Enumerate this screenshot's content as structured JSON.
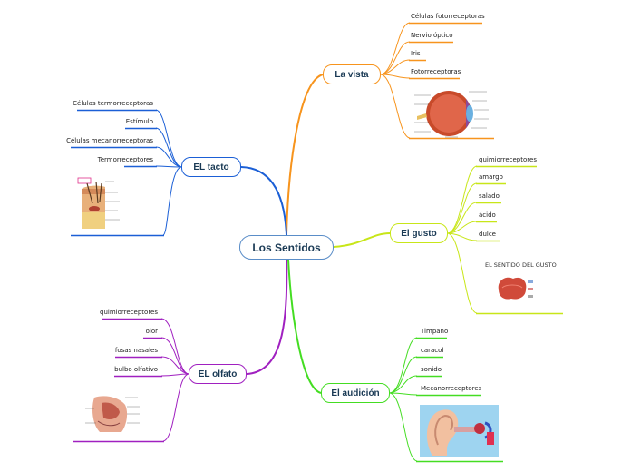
{
  "central": "Los Sentidos",
  "vista": {
    "title": "La vista",
    "leaves": [
      "Células fotorreceptoras",
      "Nervio óptico",
      "Iris",
      "Fotorreceptoras"
    ]
  },
  "tacto": {
    "title": "EL tacto",
    "leaves": [
      "Células termorreceptoras",
      "Estímulo",
      "Células mecanorreceptoras",
      "Termorreceptores"
    ]
  },
  "gusto": {
    "title": "El gusto",
    "leaves": [
      "quimiorreceptores",
      "amargo",
      "salado",
      "ácido",
      "dulce"
    ],
    "image_title": "EL SENTIDO DEL GUSTO"
  },
  "olfato": {
    "title": "EL olfato",
    "leaves": [
      "quimiorreceptores",
      "olor",
      "fosas nasales",
      "bulbo olfativo"
    ]
  },
  "audicion": {
    "title": "El audición",
    "leaves": [
      "Timpano",
      "caracol",
      "sonido",
      "Mecanorreceptores"
    ]
  },
  "colors": {
    "vista": "#f7941d",
    "tacto": "#1b5fd6",
    "gusto": "#c8e619",
    "olfato": "#a020c0",
    "audicion": "#44dd22",
    "central_border": "#5a8dc8"
  }
}
